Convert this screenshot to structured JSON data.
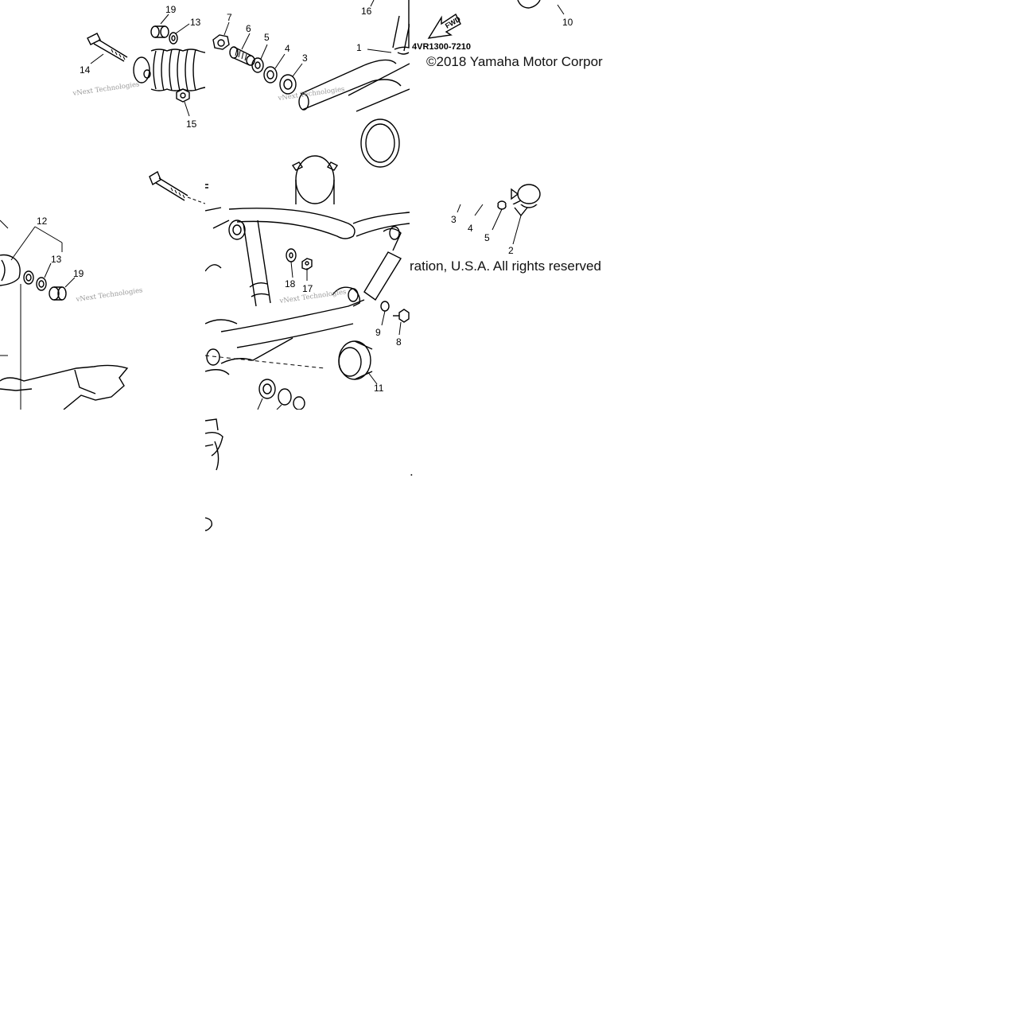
{
  "diagram": {
    "part_code": "4VR1300-7210",
    "fwd_label": "FWD",
    "copyright_part1": "©2018 Yamaha Motor Corpor",
    "copyright_part2": "ration, U.S.A. All rights reserved",
    "copyright_part3": ".",
    "watermark": "vNext Technologies",
    "callouts": {
      "c1": "1",
      "c2": "2",
      "c3": "3",
      "c4": "4",
      "c5": "5",
      "c6": "6",
      "c7": "7",
      "c8": "8",
      "c9": "9",
      "c10": "10",
      "c11": "11",
      "c12": "12",
      "c13": "13",
      "c14": "14",
      "c15": "15",
      "c16": "16",
      "c17": "17",
      "c18": "18",
      "c19": "19"
    }
  }
}
